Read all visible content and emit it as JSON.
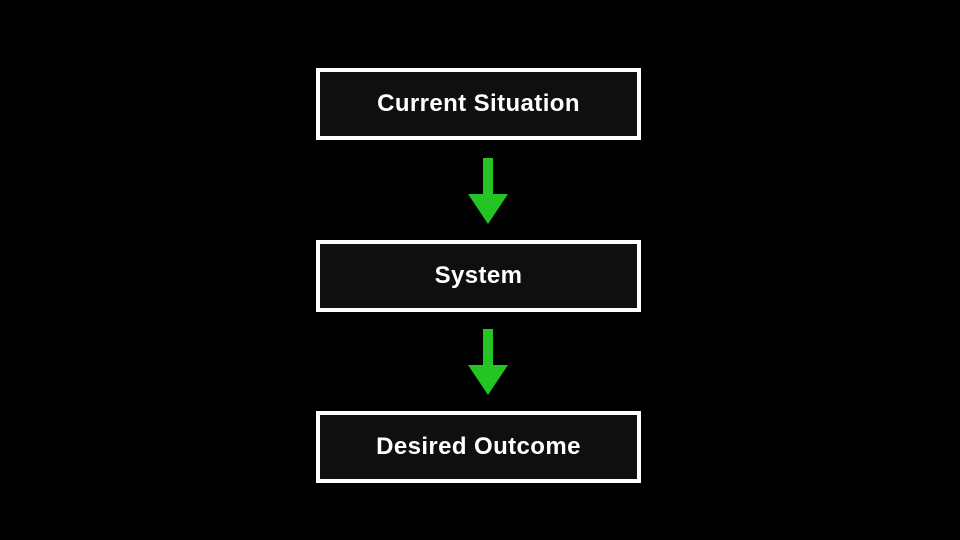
{
  "diagram": {
    "background_color": "#000000",
    "box_border_color": "#ffffff",
    "box_fill_color": "#0f0f0f",
    "text_color": "#ffffff",
    "arrow_color": "#25c425",
    "nodes": [
      {
        "id": "current-situation",
        "label": "Current Situation"
      },
      {
        "id": "system",
        "label": "System"
      },
      {
        "id": "desired-outcome",
        "label": "Desired Outcome"
      }
    ],
    "connections": [
      {
        "from": "current-situation",
        "to": "system",
        "type": "down-arrow"
      },
      {
        "from": "system",
        "to": "desired-outcome",
        "type": "down-arrow"
      }
    ]
  }
}
